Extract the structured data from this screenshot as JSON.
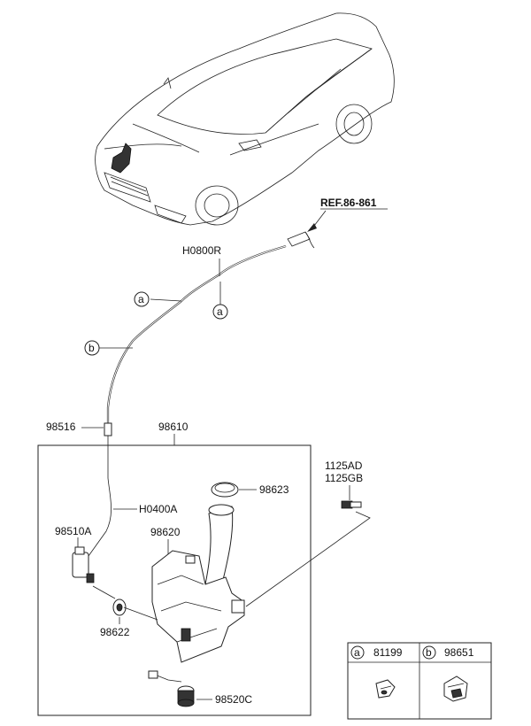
{
  "ref_label": "REF.86-861",
  "parts": {
    "hose_upper": "H0800R",
    "clip_a": "a",
    "clip_b": "b",
    "connector": "98516",
    "assembly": "98610",
    "cap": "98623",
    "hose_lower": "H0400A",
    "motor": "98510A",
    "reservoir": "98620",
    "grommet": "98622",
    "level_sensor": "98520C",
    "bolt_1": "1125AD",
    "bolt_2": "1125GB"
  },
  "legend": {
    "a_letter": "a",
    "a_part": "81199",
    "b_letter": "b",
    "b_part": "98651"
  }
}
